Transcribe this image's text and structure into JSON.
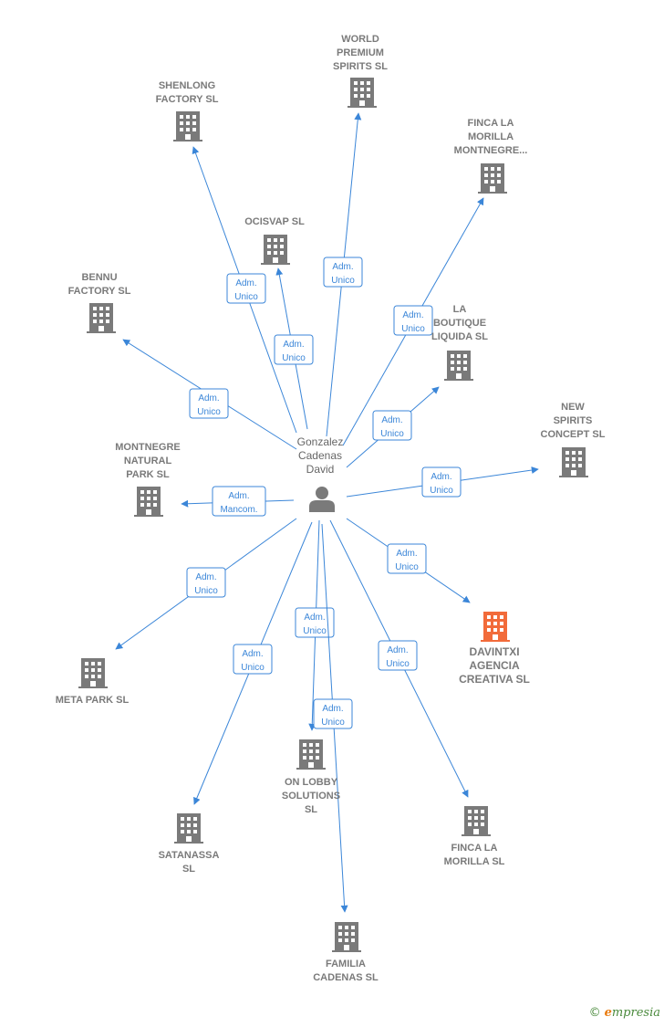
{
  "center": {
    "label_lines": [
      "Gonzalez",
      "Cadenas",
      "David"
    ],
    "icon": "person-icon"
  },
  "colors": {
    "edge": "#3b86d8",
    "building": "#7a7a7a",
    "highlight": "#f26b3a"
  },
  "nodes": [
    {
      "id": "world-premium-spirits",
      "label_lines": [
        "WORLD",
        "PREMIUM",
        "SPIRITS  SL"
      ],
      "role": "Adm.|Unico",
      "highlight": false
    },
    {
      "id": "shenlong-factory",
      "label_lines": [
        "SHENLONG",
        "FACTORY  SL"
      ],
      "role": "Adm.|Unico",
      "highlight": false
    },
    {
      "id": "finca-la-morilla-montnegre",
      "label_lines": [
        "FINCA LA",
        "MORILLA",
        "MONTNEGRE..."
      ],
      "role": "Adm.|Unico",
      "highlight": false
    },
    {
      "id": "ocisvap",
      "label_lines": [
        "OCISVAP SL"
      ],
      "role": "Adm.|Unico",
      "highlight": false
    },
    {
      "id": "bennu-factory",
      "label_lines": [
        "BENNU",
        "FACTORY  SL"
      ],
      "role": "Adm.|Unico",
      "highlight": false
    },
    {
      "id": "la-boutique-liquida",
      "label_lines": [
        "LA",
        "BOUTIQUE",
        "LIQUIDA  SL"
      ],
      "role": "Adm.|Unico",
      "highlight": false
    },
    {
      "id": "new-spirits-concept",
      "label_lines": [
        "NEW",
        "SPIRITS",
        "CONCEPT  SL"
      ],
      "role": "Adm.|Unico",
      "highlight": false
    },
    {
      "id": "montnegre-natural-park",
      "label_lines": [
        "MONTNEGRE",
        "NATURAL",
        "PARK  SL"
      ],
      "role": "Adm.|Mancom.",
      "highlight": false
    },
    {
      "id": "davintxi-agencia-creativa",
      "label_lines": [
        "DAVINTXI",
        "AGENCIA",
        "CREATIVA  SL"
      ],
      "role": "Adm.|Unico",
      "highlight": true
    },
    {
      "id": "meta-park",
      "label_lines": [
        "META PARK  SL"
      ],
      "role": "Adm.|Unico",
      "highlight": false
    },
    {
      "id": "on-lobby-solutions",
      "label_lines": [
        "ON LOBBY",
        "SOLUTIONS",
        "SL"
      ],
      "role": "Adm.|Unico",
      "highlight": false
    },
    {
      "id": "satanassa",
      "label_lines": [
        "SATANASSA",
        "SL"
      ],
      "role": "Adm.|Unico",
      "highlight": false
    },
    {
      "id": "finca-la-morilla",
      "label_lines": [
        "FINCA LA",
        "MORILLA  SL"
      ],
      "role": "Adm.|Unico",
      "highlight": false
    },
    {
      "id": "familia-cadenas",
      "label_lines": [
        "FAMILIA",
        "CADENAS  SL"
      ],
      "role": "Adm.|Unico",
      "highlight": false
    }
  ],
  "brand": {
    "copyright": "©",
    "first_letter": "e",
    "rest": "mpresia"
  }
}
